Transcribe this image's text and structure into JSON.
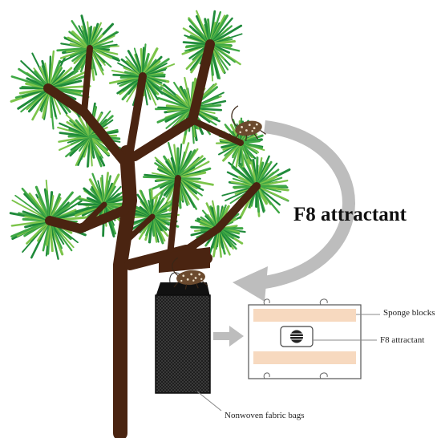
{
  "labels": {
    "main": "F8 attractant",
    "sponge": "Sponge blocks",
    "attractant_small": "F8 attractant",
    "bag": "Nonwoven fabric bags"
  },
  "colors": {
    "trunk": "#4a2411",
    "needle_dark": "#1f8a3a",
    "needle_light": "#7cc44a",
    "needle_mid": "#3fa845",
    "arrow": "#bdbdbd",
    "bag": "#222222",
    "sponge": "#f7d9bf",
    "box_border": "#555555",
    "beetle": "#6b4a2e"
  },
  "icons": [
    "longhorn-beetle-icon",
    "trap-bag-icon",
    "attractant-lure-icon",
    "curved-arrow-icon",
    "right-arrow-icon"
  ]
}
